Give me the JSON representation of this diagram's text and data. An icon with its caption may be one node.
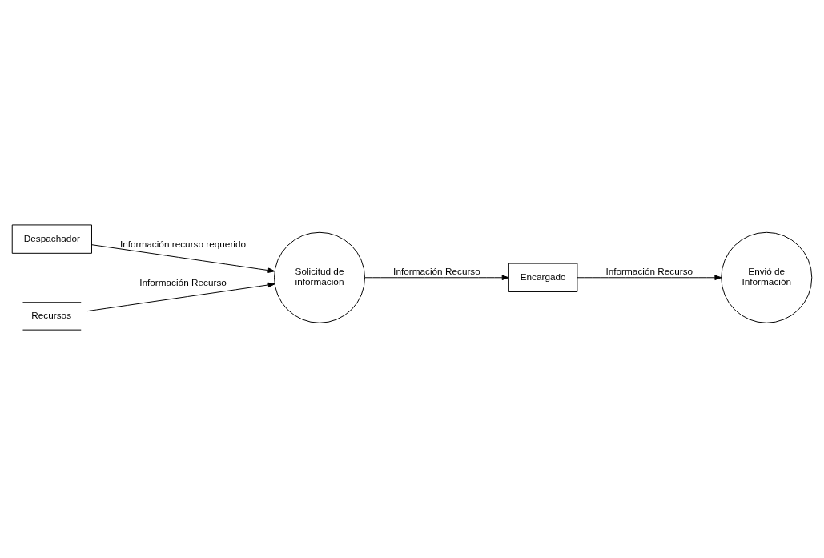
{
  "diagram": {
    "nodes": [
      {
        "text": [
          "Despachador"
        ]
      },
      {
        "text": [
          "Solicitud de informacion"
        ]
      },
      {
        "text": [
          "Encargado"
        ]
      },
      {
        "text": [
          "Envió de Información"
        ]
      },
      {
        "text": [
          "Recursos"
        ]
      }
    ],
    "edges": [
      {
        "from": 0,
        "to": 1,
        "arrow": "to",
        "label": "Información recurso requerido"
      },
      {
        "from": 1,
        "to": 2,
        "arrow": "to",
        "label": "Información Recurso"
      },
      {
        "from": 2,
        "to": 3,
        "arrow": "to",
        "label": "Información Recurso"
      },
      {
        "from": 4,
        "to": 1,
        "arrow": "to",
        "label": "Información Recurso"
      }
    ]
  }
}
